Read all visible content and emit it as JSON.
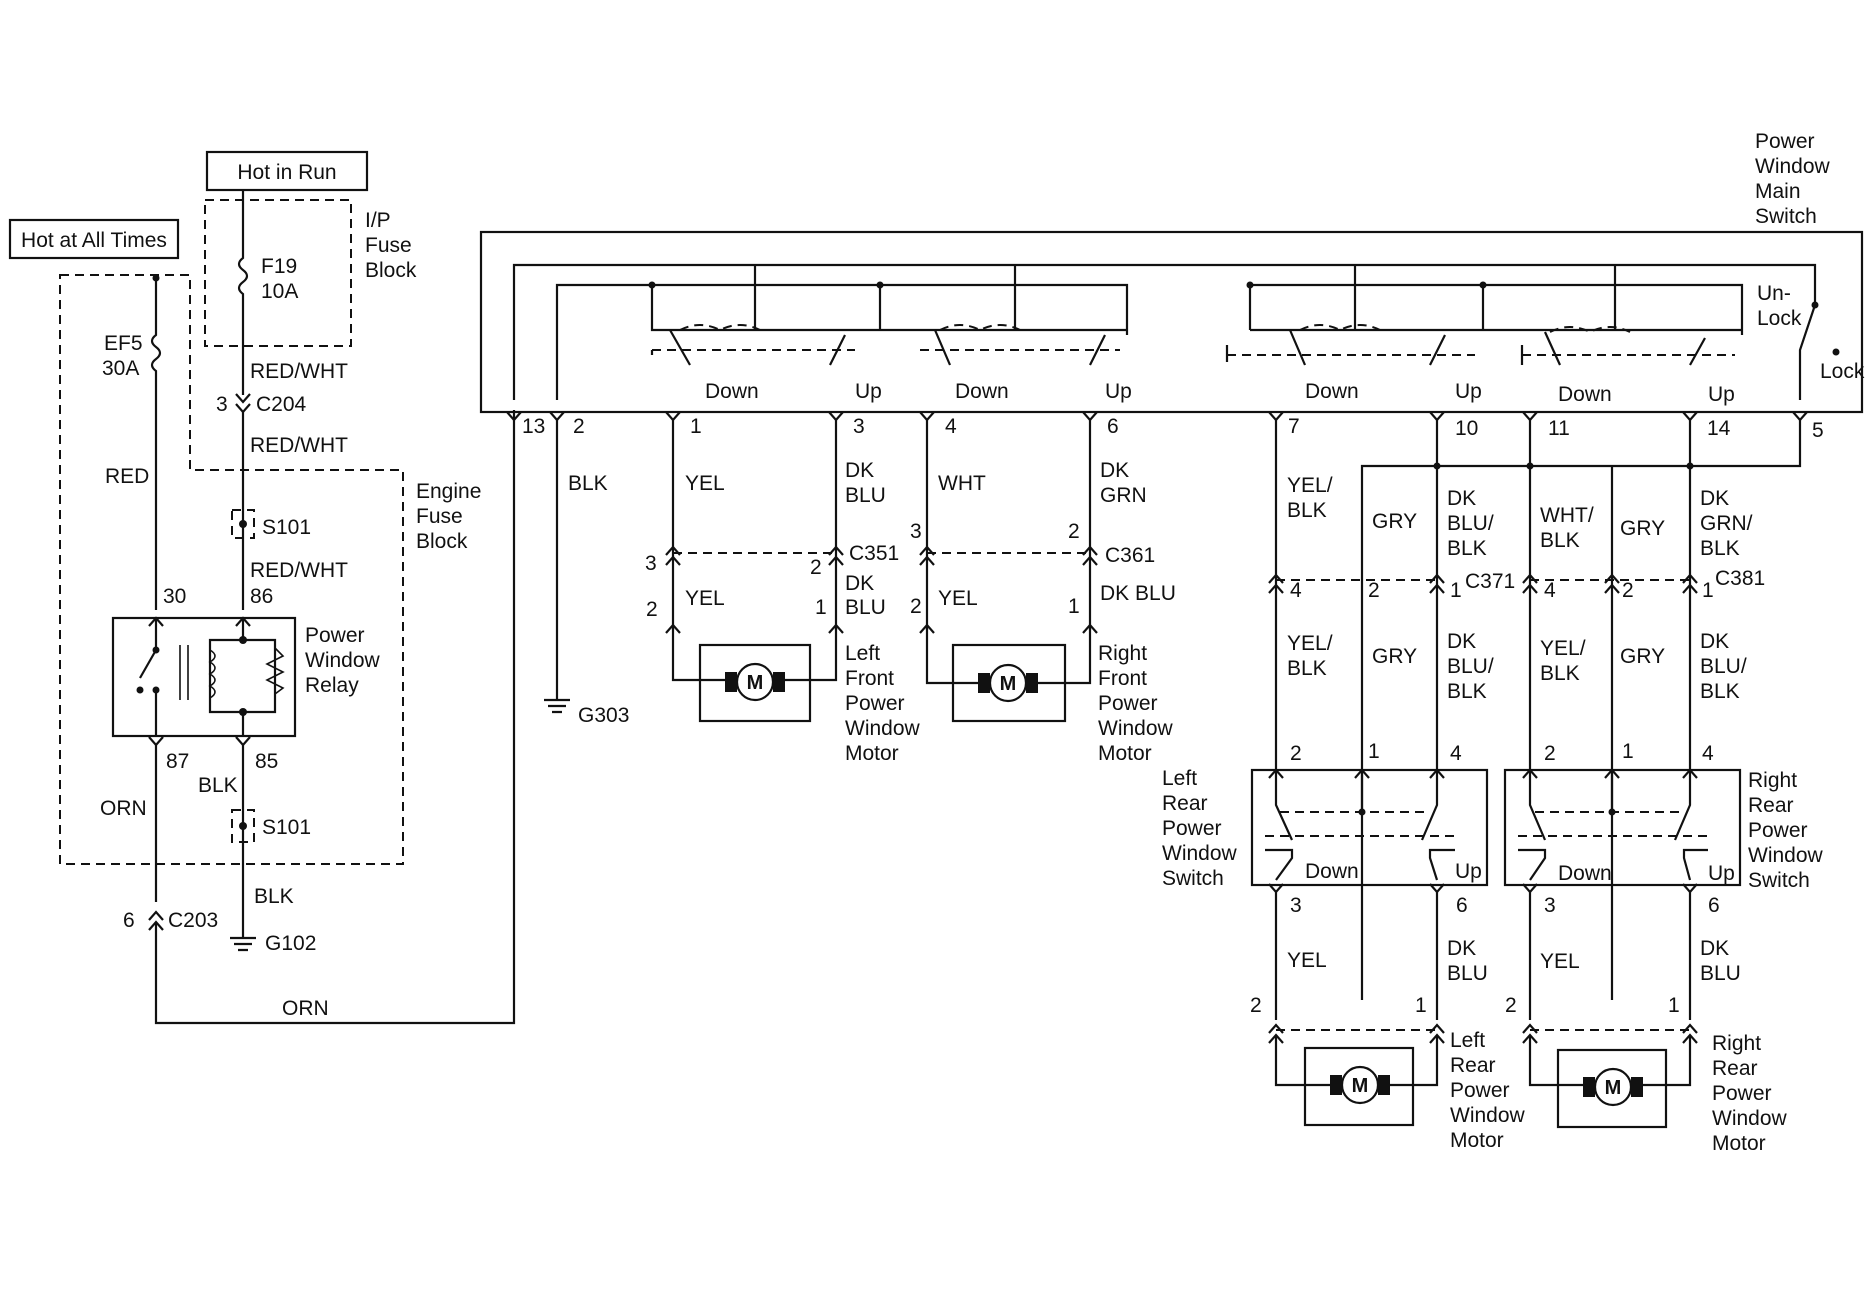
{
  "sources": {
    "hot_all_times": "Hot at All Times",
    "hot_in_run": "Hot in Run"
  },
  "fuses": {
    "ef5_name": "EF5",
    "ef5_rating": "30A",
    "f19_name": "F19",
    "f19_rating": "10A"
  },
  "blocks": {
    "ip_fuse_block": [
      "I/P",
      "Fuse",
      "Block"
    ],
    "engine_fuse_block": [
      "Engine",
      "Fuse",
      "Block"
    ],
    "relay": [
      "Power",
      "Window",
      "Relay"
    ],
    "main_switch": [
      "Power",
      "Window",
      "Main",
      "Switch"
    ]
  },
  "relay_pins": {
    "p30": "30",
    "p86": "86",
    "p87": "87",
    "p85": "85"
  },
  "connectors": {
    "c204": "C204",
    "c204_pin": "3",
    "c203": "C203",
    "c203_pin": "6",
    "s101": "S101",
    "g102": "G102",
    "g303": "G303",
    "c351": "C351",
    "c361": "C361",
    "c371": "C371",
    "c381": "C381"
  },
  "wire_colors": {
    "red": "RED",
    "red_wht": "RED/WHT",
    "orn": "ORN",
    "blk": "BLK",
    "yel": "YEL",
    "dk": "DK",
    "blu": "BLU",
    "grn": "GRN",
    "wht": "WHT",
    "dk_blu": "DK BLU",
    "yel_slash": "YEL/",
    "blu_slash": "BLU/",
    "wht_slash": "WHT/",
    "grn_slash": "GRN/",
    "gry": "GRY"
  },
  "switch_labels": {
    "down": "Down",
    "up": "Up",
    "unlock_a": "Un-",
    "unlock_b": "Lock",
    "lock": "Lock"
  },
  "main_switch_pins": [
    "13",
    "2",
    "1",
    "3",
    "4",
    "6",
    "7",
    "10",
    "11",
    "14",
    "5"
  ],
  "pins_generic": {
    "p1": "1",
    "p2": "2",
    "p3": "3",
    "p4": "4",
    "p6": "6"
  },
  "motor_symbol": "M",
  "motors": {
    "left_front": [
      "Left",
      "Front",
      "Power",
      "Window",
      "Motor"
    ],
    "right_front": [
      "Right",
      "Front",
      "Power",
      "Window",
      "Motor"
    ],
    "left_rear": [
      "Left",
      "Rear",
      "Power",
      "Window",
      "Motor"
    ],
    "right_rear": [
      "Right",
      "Rear",
      "Power",
      "Window",
      "Motor"
    ]
  },
  "rear_switches": {
    "left": [
      "Left",
      "Rear",
      "Power",
      "Window",
      "Switch"
    ],
    "right": [
      "Right",
      "Rear",
      "Power",
      "Window",
      "Switch"
    ]
  }
}
